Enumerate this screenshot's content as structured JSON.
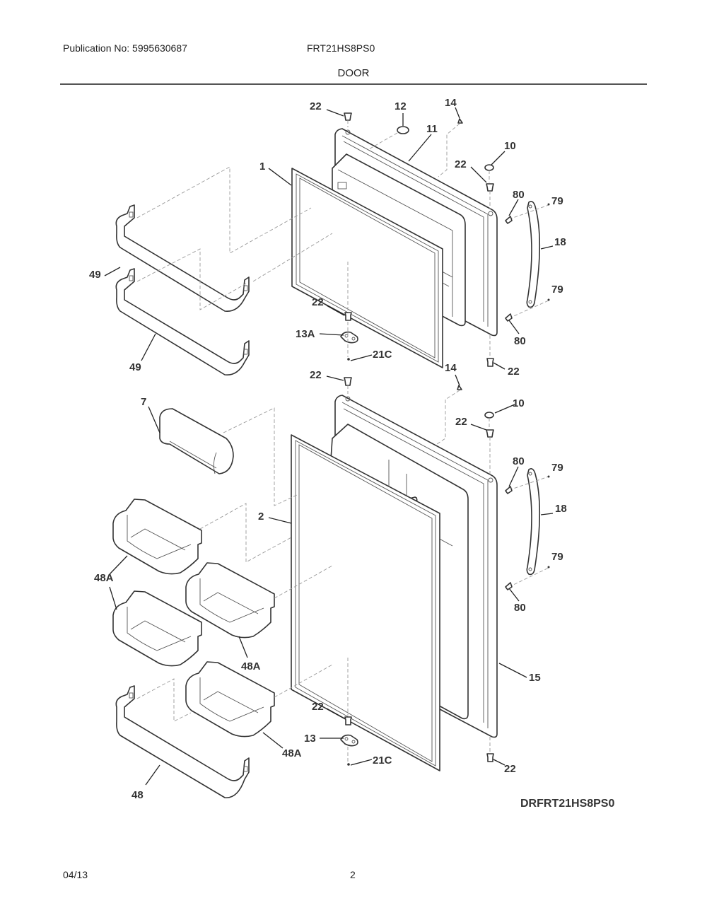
{
  "header": {
    "publication": "Publication No: 5995630687",
    "model": "FRT21HS8PS0",
    "section_title": "DOOR"
  },
  "diagram": {
    "code": "DRFRT21HS8PS0",
    "callouts": {
      "c1": "1",
      "c2": "2",
      "c7": "7",
      "c10a": "10",
      "c10b": "10",
      "c11": "11",
      "c12": "12",
      "c13": "13",
      "c13a": "13A",
      "c14a": "14",
      "c14b": "14",
      "c15": "15",
      "c18a": "18",
      "c18b": "18",
      "c21ca": "21C",
      "c21cb": "21C",
      "c22a": "22",
      "c22b": "22",
      "c22c": "22",
      "c22d": "22",
      "c22e": "22",
      "c22f": "22",
      "c22g": "22",
      "c22h": "22",
      "c48": "48",
      "c48aa": "48A",
      "c48ab": "48A",
      "c48ac": "48A",
      "c49a": "49",
      "c49b": "49",
      "c79a": "79",
      "c79b": "79",
      "c79c": "79",
      "c79d": "79",
      "c80a": "80",
      "c80b": "80",
      "c80c": "80",
      "c80d": "80"
    }
  },
  "footer": {
    "date": "04/13",
    "page": "2"
  }
}
